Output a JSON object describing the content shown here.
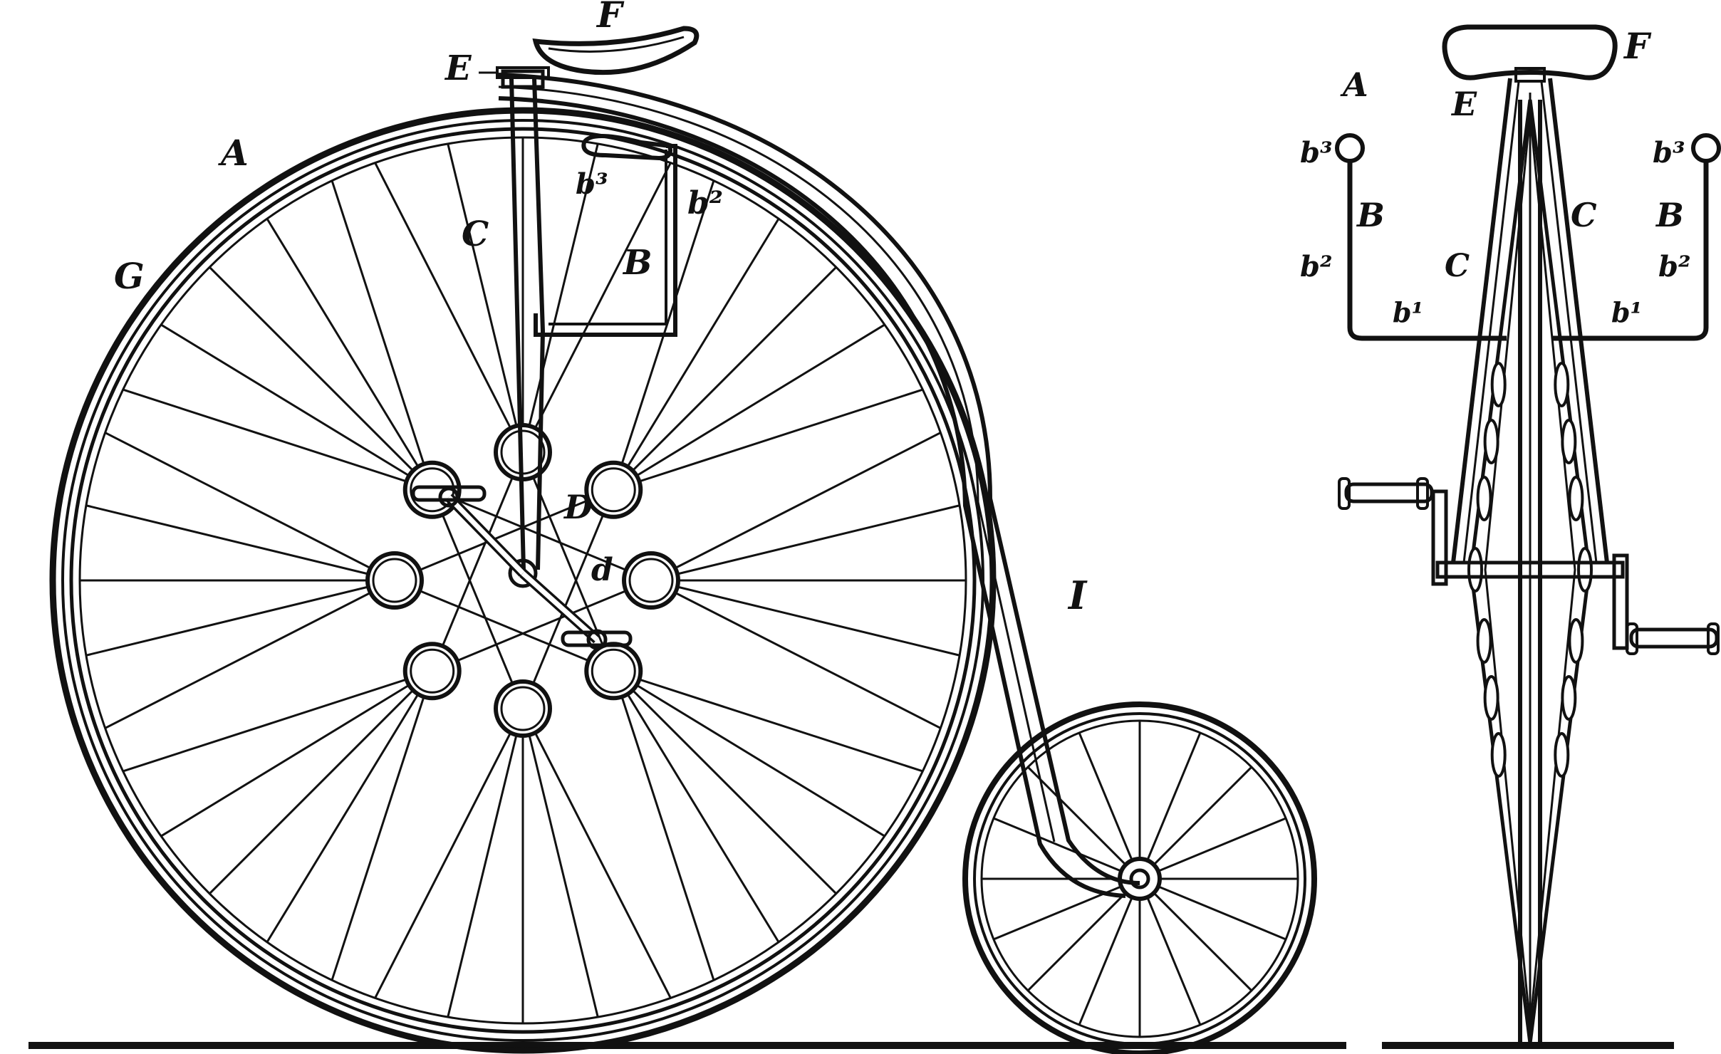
{
  "colors": {
    "ink": "#111111",
    "paper": "#ffffff"
  },
  "labels": {
    "side": {
      "A": "A",
      "B": "B",
      "C": "C",
      "D": "D",
      "d": "d",
      "E": "E",
      "F": "F",
      "G": "G",
      "I": "I",
      "b2": "b²",
      "b3": "b³"
    },
    "front": {
      "A": "A",
      "C_upper": "C",
      "C_lower": "C",
      "B_left": "B",
      "B_right": "B",
      "E": "E",
      "F": "F",
      "b1_left": "b¹",
      "b1_right": "b¹",
      "b2_left": "b²",
      "b2_right": "b²",
      "b3_left": "b³",
      "b3_right": "b³"
    }
  }
}
